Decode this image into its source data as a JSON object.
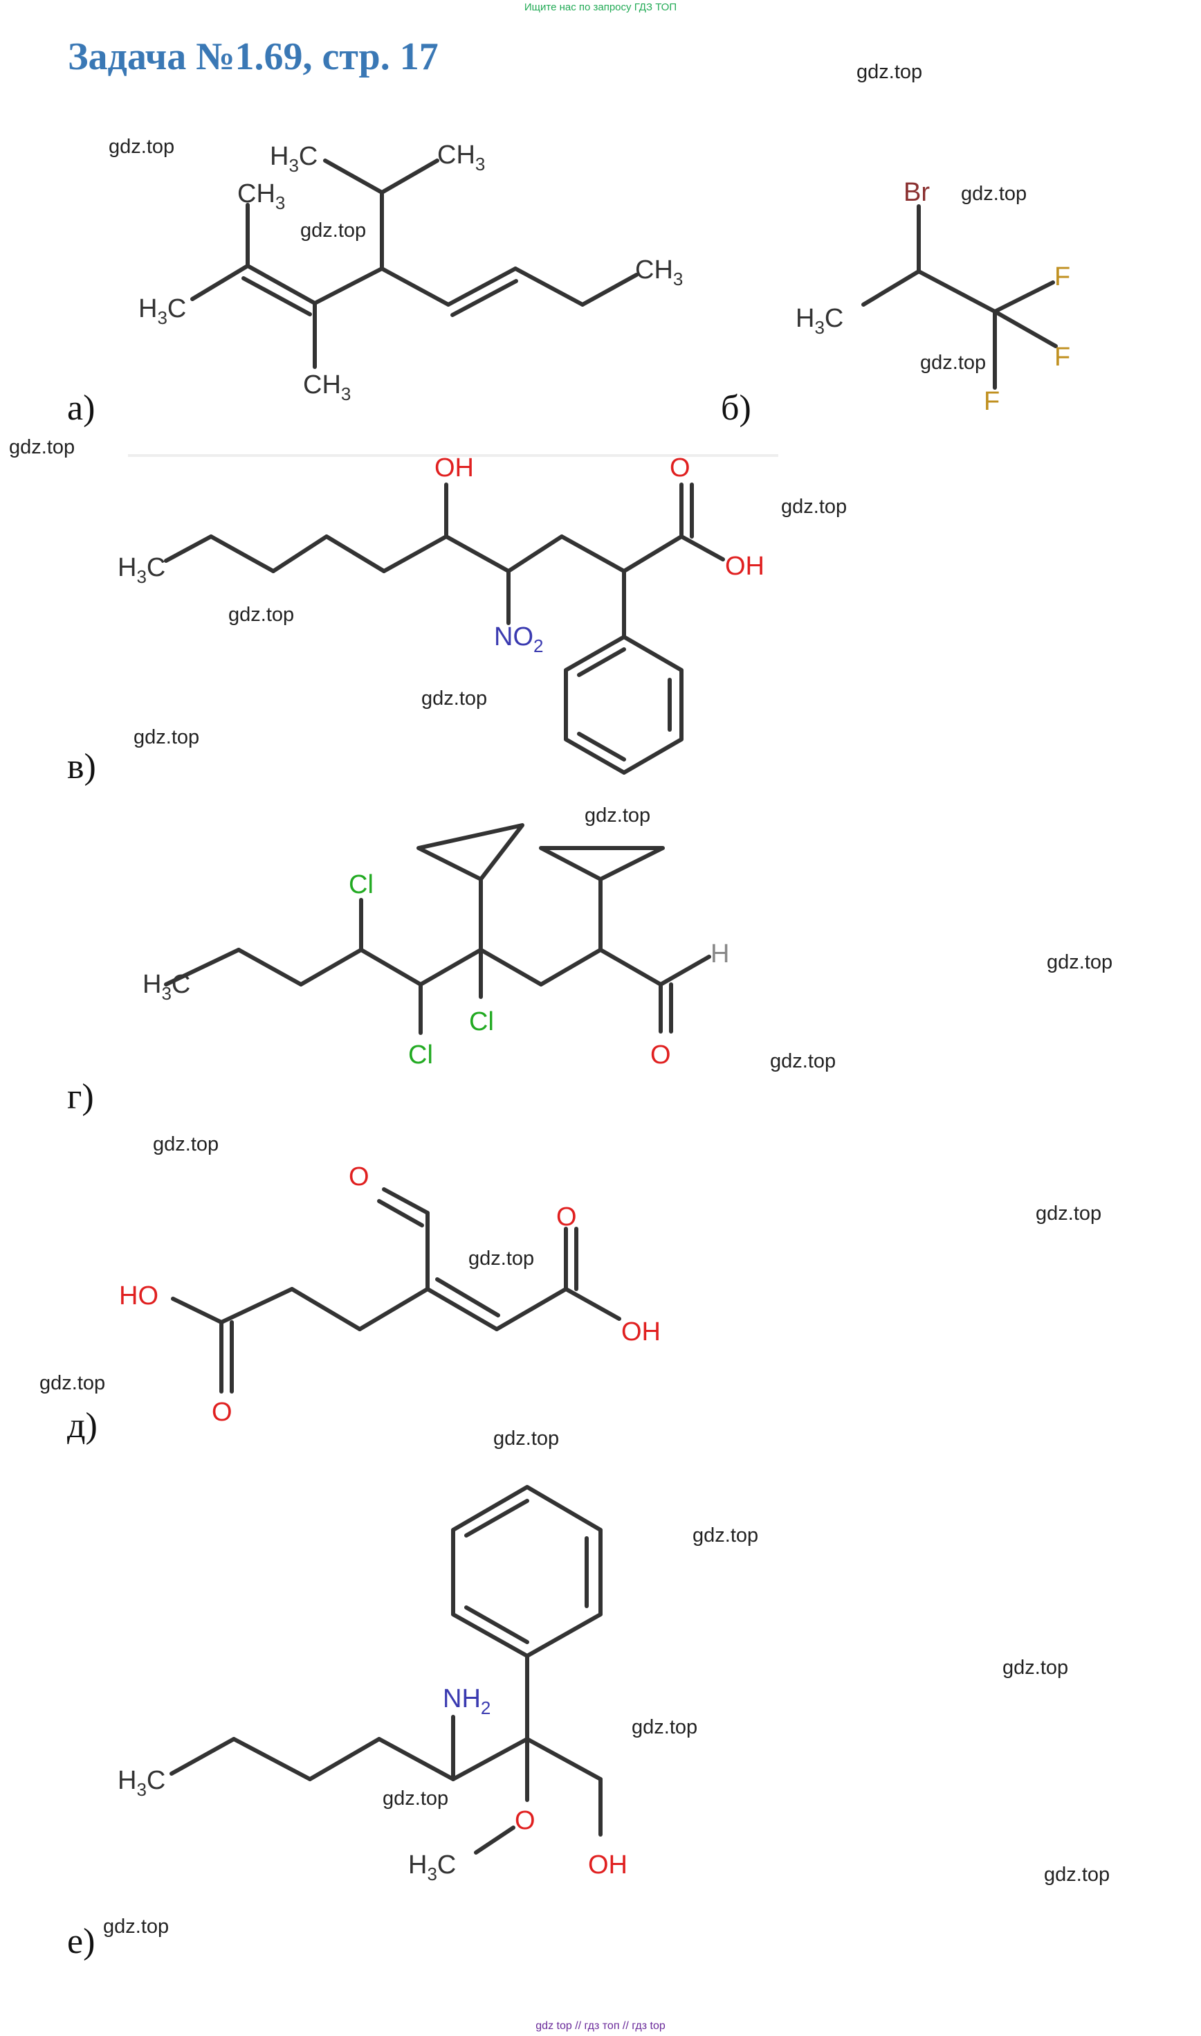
{
  "header": {
    "top_link": "Ищите нас по запросу ГДЗ ТОП",
    "title": "Задача №1.69, стр. 17"
  },
  "watermark": "gdz.top",
  "labels": {
    "a": "а)",
    "b": "б)",
    "v": "в)",
    "g": "г)",
    "d": "д)",
    "e": "е)"
  },
  "atoms": {
    "h3c": "H",
    "ch3": "CH",
    "sub3": "3",
    "sub2": "2",
    "br": "Br",
    "f": "F",
    "oh": "OH",
    "ho": "HO",
    "o": "O",
    "h": "H",
    "no2": "NO",
    "cl": "Cl",
    "nh2": "NH",
    "c_end": "C"
  },
  "footer": "gdz top  //  гдз топ  //  гдз top",
  "colors": {
    "title": "#3a78b5",
    "top_link": "#22aa55",
    "footer": "#6a2a9a",
    "bond": "#333333",
    "oxygen": "#e02020",
    "nitrogen": "#3a3ab0",
    "chlorine": "#22aa22",
    "fluorine": "#c09020",
    "bromine": "#8a3030"
  }
}
